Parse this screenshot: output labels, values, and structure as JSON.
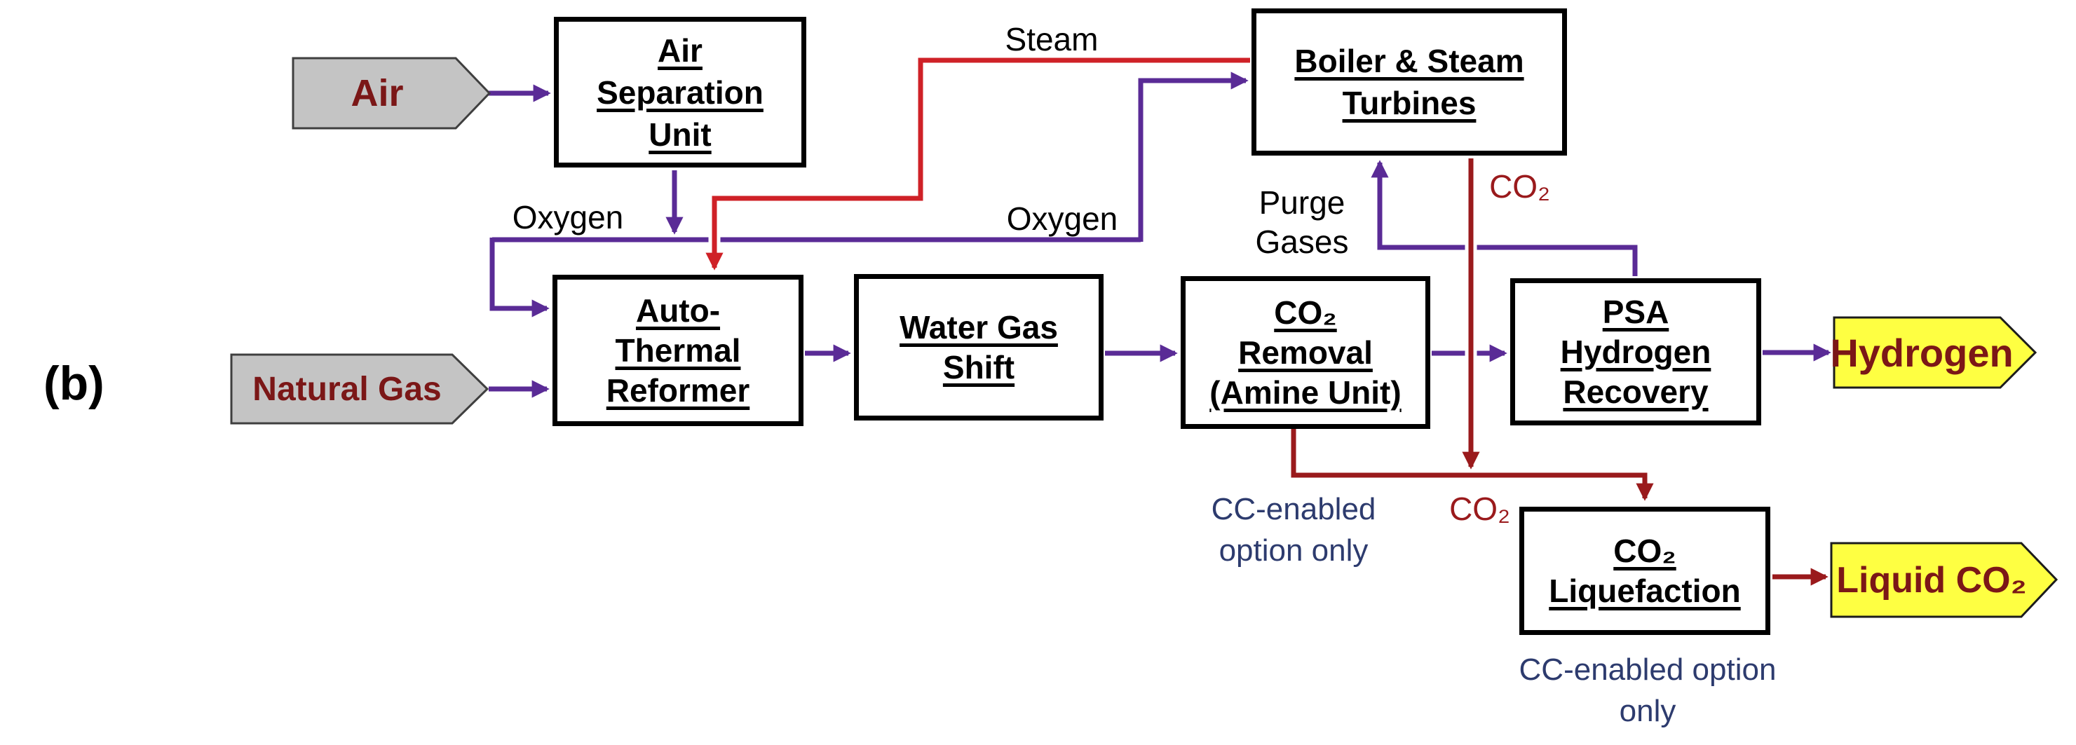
{
  "figure_label": "(b)",
  "nodes": {
    "asu": {
      "lines": [
        "Air",
        "Separation",
        "Unit"
      ]
    },
    "boiler": {
      "lines": [
        "Boiler & Steam",
        "Turbines"
      ]
    },
    "atr": {
      "lines": [
        "Auto-",
        "Thermal",
        "Reformer"
      ]
    },
    "wgs": {
      "lines": [
        "Water Gas",
        "Shift"
      ]
    },
    "amine": {
      "lines": [
        "CO₂",
        "Removal",
        "(Amine Unit)"
      ]
    },
    "psa": {
      "lines": [
        "PSA",
        "Hydrogen",
        "Recovery"
      ]
    },
    "liq": {
      "lines": [
        "CO₂",
        "Liquefaction"
      ]
    }
  },
  "io": {
    "air": "Air",
    "natural_gas": "Natural Gas",
    "hydrogen": "Hydrogen",
    "liquid_co2": "Liquid CO₂"
  },
  "streams": {
    "steam": "Steam",
    "oxygen_left": "Oxygen",
    "oxygen_right": "Oxygen",
    "purge": [
      "Purge",
      "Gases"
    ],
    "co2_from_boiler": "CO₂",
    "co2_to_liquefaction": "CO₂"
  },
  "notes": {
    "cc_removal": [
      "CC-enabled",
      "option only"
    ],
    "cc_liquefaction": [
      "CC-enabled option",
      "only"
    ]
  },
  "colors": {
    "purple": "#5a2b96",
    "steam_red": "#cf2127",
    "dark_red": "#9a1a1c",
    "maroon_text": "#7b1717",
    "io_yellow": "#feff42",
    "io_yellow_border": "#1c1c1c",
    "io_gray": "#c4c4c4",
    "io_gray_border": "#3f3f3f",
    "navy": "#2d3b6e",
    "box_border": "#000000",
    "background": "#ffffff",
    "label_black": "#000000"
  }
}
